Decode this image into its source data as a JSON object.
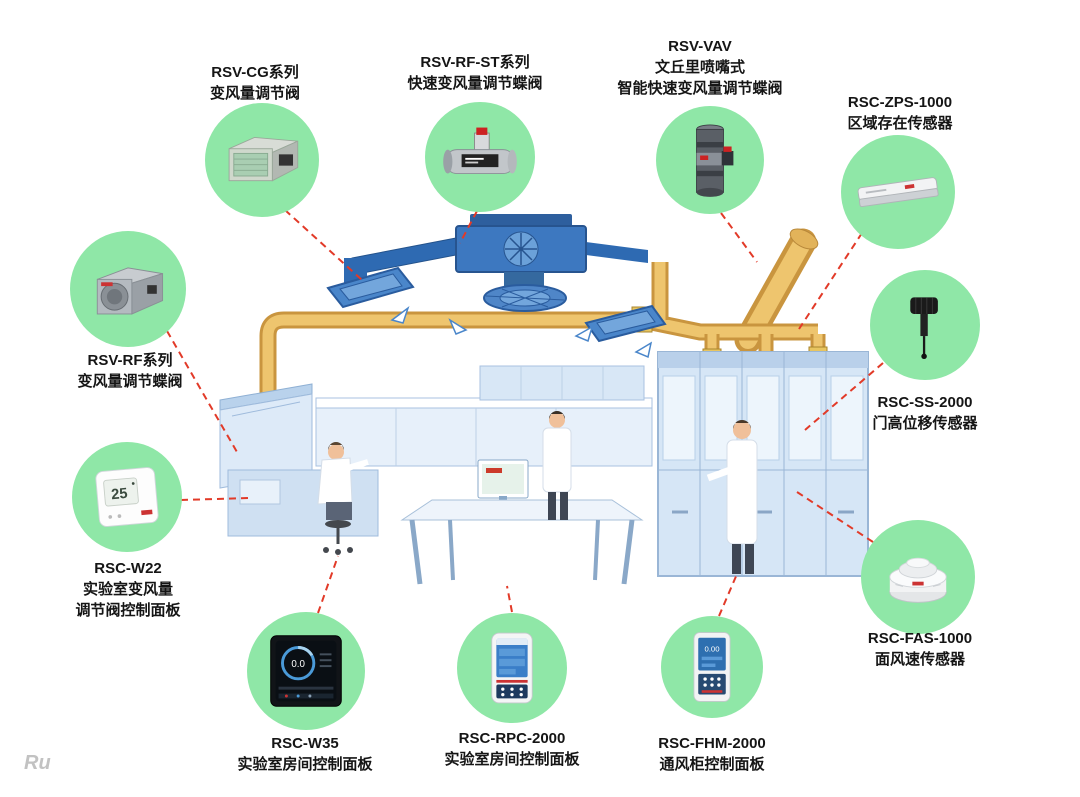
{
  "page": {
    "watermark": "Ru"
  },
  "colors": {
    "callout_circle_fill": "#8fe7a7",
    "connector_line": "#e23a28",
    "duct_orange": "#eec56e",
    "duct_blue": "#2e6ab2"
  },
  "products": [
    {
      "id": "rsv-cg",
      "name": "RSV-CG系列",
      "desc": "变风量调节阀"
    },
    {
      "id": "rsv-rf-st",
      "name": "RSV-RF-ST系列",
      "desc": "快速变风量调节蝶阀"
    },
    {
      "id": "rsv-vav",
      "name": "RSV-VAV",
      "desc": "文丘里喷嘴式",
      "desc2": "智能快速变风量调节蝶阀"
    },
    {
      "id": "rsc-zps-1000",
      "name": "RSC-ZPS-1000",
      "desc": "区域存在传感器"
    },
    {
      "id": "rsv-rf",
      "name": "RSV-RF系列",
      "desc": "变风量调节蝶阀"
    },
    {
      "id": "rsc-ss-2000",
      "name": "RSC-SS-2000",
      "desc": "门高位移传感器"
    },
    {
      "id": "rsc-w22",
      "name": "RSC-W22",
      "desc": "实验室变风量",
      "desc2": "调节阀控制面板"
    },
    {
      "id": "rsc-fas-1000",
      "name": "RSC-FAS-1000",
      "desc": "面风速传感器"
    },
    {
      "id": "rsc-w35",
      "name": "RSC-W35",
      "desc": "实验室房间控制面板"
    },
    {
      "id": "rsc-rpc-2000",
      "name": "RSC-RPC-2000",
      "desc": "实验室房间控制面板"
    },
    {
      "id": "rsc-fhm-2000",
      "name": "RSC-FHM-2000",
      "desc": "通风柜控制面板"
    }
  ],
  "screens": {
    "w22_temp": "25",
    "w35_value": "0.0",
    "fhm_value": "0.00"
  }
}
